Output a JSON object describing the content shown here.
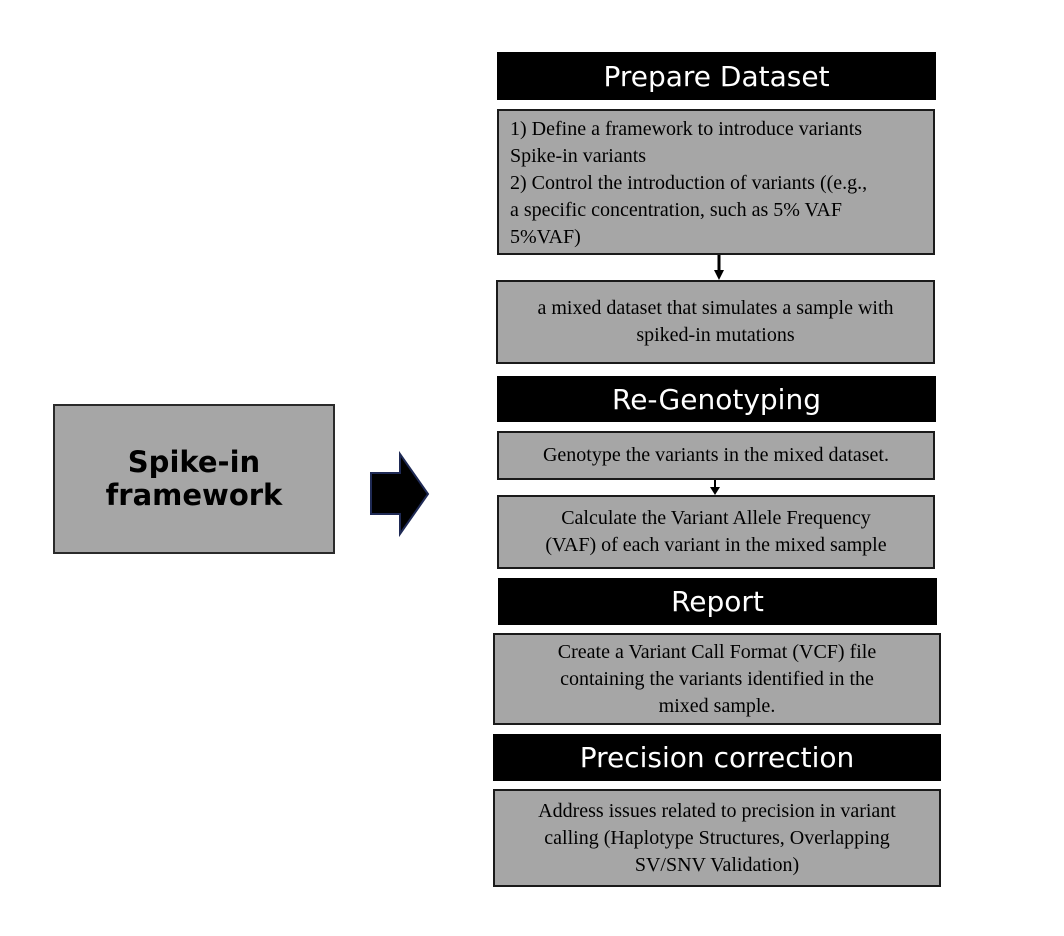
{
  "left_box": {
    "line1": "Spike-in",
    "line2": "framework"
  },
  "sections": {
    "prepare": {
      "title": "Prepare Dataset",
      "box1": {
        "lines": [
          "1) Define a framework to introduce variants",
          "Spike-in variants",
          "2) Control the introduction of variants ((e.g.,",
          "a specific concentration, such as 5% VAF",
          "5%VAF)"
        ]
      },
      "box2": {
        "lines": [
          "a mixed dataset that simulates a sample with",
          "spiked-in mutations"
        ]
      }
    },
    "regenotyping": {
      "title": "Re-Genotyping",
      "box1": {
        "lines": [
          "Genotype the variants in the mixed dataset."
        ]
      },
      "box2": {
        "lines": [
          "Calculate the Variant Allele Frequency",
          "(VAF) of each variant in the mixed sample"
        ]
      }
    },
    "report": {
      "title": "Report",
      "box1": {
        "lines": [
          "Create a Variant Call Format (VCF) file",
          "containing the variants identified in the",
          "mixed sample."
        ]
      }
    },
    "precision": {
      "title": "Precision correction",
      "box1": {
        "lines": [
          "Address issues related to precision in variant",
          "calling (Haplotype Structures, Overlapping",
          "SV/SNV Validation)"
        ]
      }
    }
  },
  "colors": {
    "header_bg": "#000000",
    "box_bg": "#a6a6a6",
    "arrow_fill": "#000000",
    "arrow_stroke": "#1f2a55"
  }
}
